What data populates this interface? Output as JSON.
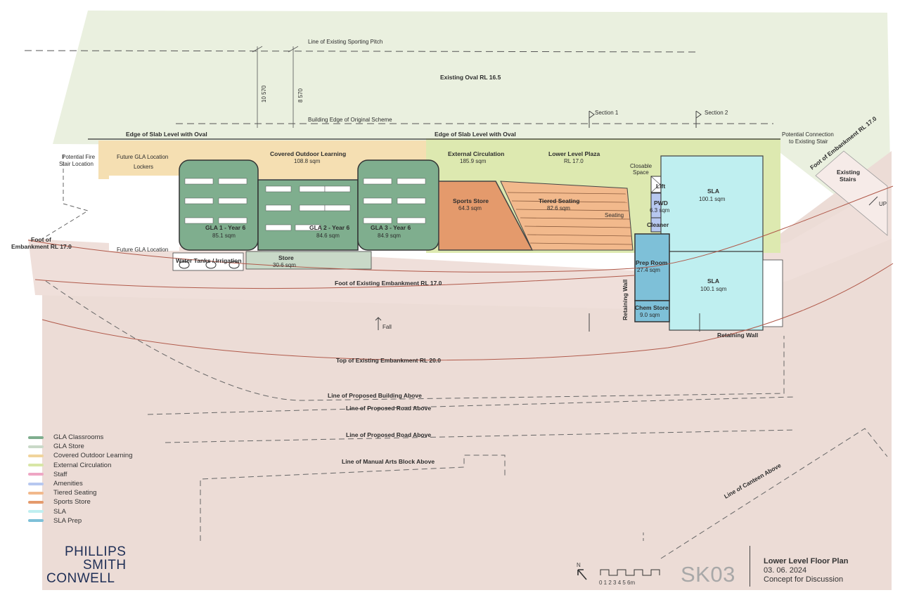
{
  "labels": {
    "existing_pitch": "Line of Existing Sporting Pitch",
    "existing_oval": "Existing Oval RL 16.5",
    "dim_1": "10 570",
    "dim_2": "8 570",
    "building_edge": "Building Edge of Original Scheme",
    "section_1": "Section 1",
    "section_2": "Section 2",
    "edge_slab_1": "Edge of Slab Level with Oval",
    "edge_slab_2": "Edge of Slab Level with Oval",
    "potential_connection_1": "Potential Connection",
    "potential_connection_2": "to Existing Stair",
    "foot_emb_right": "Foot of Embankment RL 17.0",
    "existing_stairs_1": "Existing",
    "existing_stairs_2": "Stairs",
    "up": "UP",
    "potential_fire_1": "Potential Fire",
    "potential_fire_2": "Stair Location",
    "future_gla_1": "Future GLA Location",
    "lockers": "Lockers",
    "future_gla_2": "Future GLA Location",
    "foot_emb_left_1": "Foot of",
    "foot_emb_left_2": "Embankment RL 17.0",
    "covered_outdoor": "Covered Outdoor Learning",
    "covered_outdoor_area": "108.8 sqm",
    "external_circ": "External Circulation",
    "external_circ_area": "185.9 sqm",
    "lower_plaza": "Lower Level Plaza",
    "lower_plaza_rl": "RL 17.0",
    "closable_1": "Closable",
    "closable_2": "Space",
    "gla1": "GLA 1 - Year 6",
    "gla1_area": "85.1 sqm",
    "gla2": "GLA 2 - Year 6",
    "gla2_area": "84.6 sqm",
    "gla3": "GLA 3 - Year 6",
    "gla3_area": "84.9 sqm",
    "sports_store": "Sports Store",
    "sports_store_area": "64.3 sqm",
    "tiered_seating": "Tiered Seating",
    "tiered_seating_area": "82.6 sqm",
    "seating": "Seating",
    "lift": "Lift",
    "pwd": "PWD",
    "pwd_area": "6.3 sqm",
    "cleaner": "Cleaner",
    "sla_top": "SLA",
    "sla_top_area": "100.1 sqm",
    "sla_bottom": "SLA",
    "sla_bottom_area": "100.1 sqm",
    "prep_room": "Prep Room",
    "prep_room_area": "27.4 sqm",
    "chem_store": "Chem Store",
    "chem_store_area": "9.0 sqm",
    "retaining_wall_v": "Retaining Wall",
    "retaining_wall_h": "Retaining Wall",
    "water_tanks": "Water Tanks / Irrigation",
    "store": "Store",
    "store_area": "30.6 sqm",
    "foot_existing_emb": "Foot of Existing Embankment RL 17.0",
    "fall": "Fall",
    "top_existing_emb": "Top of Existing Embankment RL 20.0",
    "proposed_building": "Line of Proposed Building Above",
    "proposed_road_1": "Line of Proposed Road Above",
    "proposed_road_2": "Line of Proposed Road Above",
    "manual_arts": "Line of Manual Arts Block Above",
    "canteen": "Line of Canteen Above"
  },
  "legend": [
    {
      "label": "GLA Classrooms",
      "color": "#7fae8e"
    },
    {
      "label": "GLA Store",
      "color": "#c9d9c8"
    },
    {
      "label": "Covered Outdoor Learning",
      "color": "#f1d49c"
    },
    {
      "label": "External Circulation",
      "color": "#d8e6a6"
    },
    {
      "label": "Staff",
      "color": "#efa6c4"
    },
    {
      "label": "Amenities",
      "color": "#b7c8f0"
    },
    {
      "label": "Tiered Seating",
      "color": "#f2b98c"
    },
    {
      "label": "Sports Store",
      "color": "#e49a6c"
    },
    {
      "label": "SLA",
      "color": "#bfeff0"
    },
    {
      "label": "SLA Prep",
      "color": "#7ec0d8"
    }
  ],
  "logo": {
    "line1": "PHILLIPS",
    "line2": "SMITH",
    "line3": "CONWELL"
  },
  "title_block": {
    "sheet": "SK03",
    "title": "Lower Level Floor Plan",
    "date": "03. 06. 2024",
    "status": "Concept for Discussion",
    "north_label": "N",
    "scale_label": "0 1 2 3 4 5 6m"
  }
}
